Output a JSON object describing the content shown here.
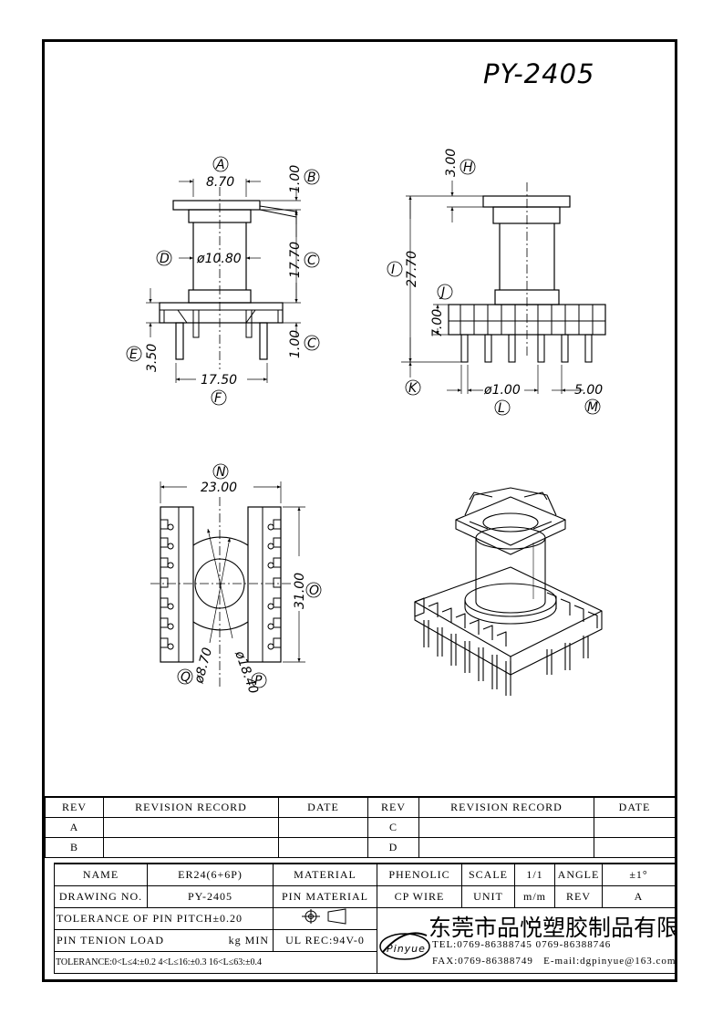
{
  "part_no": "PY-2405",
  "view1": {
    "A": {
      "letter": "A",
      "value": "8.70"
    },
    "B": {
      "letter": "B",
      "value": "1.00"
    },
    "C1": {
      "letter": "C",
      "value": "17.70"
    },
    "C2": {
      "letter": "C",
      "value": "1.00"
    },
    "D": {
      "letter": "D",
      "value": "ø10.80"
    },
    "E": {
      "letter": "E",
      "value": "3.50"
    },
    "F": {
      "letter": "F",
      "value": "17.50"
    }
  },
  "view2": {
    "H": {
      "letter": "H",
      "value": "3.00"
    },
    "I": {
      "letter": "I",
      "value": "27.70"
    },
    "J": {
      "letter": "J",
      "value": "7.00"
    },
    "K": {
      "letter": "K"
    },
    "L": {
      "letter": "L",
      "value": "ø1.00"
    },
    "M": {
      "letter": "M",
      "value": "5.00"
    }
  },
  "view3": {
    "N": {
      "letter": "N",
      "value": "23.00"
    },
    "O": {
      "letter": "O",
      "value": "31.00"
    },
    "P": {
      "letter": "P",
      "value": "ø18.40"
    },
    "Q": {
      "letter": "Q",
      "value": "ø8.70"
    }
  },
  "revision_table": {
    "headers": [
      "REV",
      "REVISION RECORD",
      "DATE",
      "REV",
      "REVISION RECORD",
      "DATE"
    ],
    "rows": [
      [
        "A",
        "",
        "",
        "C",
        "",
        ""
      ],
      [
        "B",
        "",
        "",
        "D",
        "",
        ""
      ]
    ]
  },
  "title_block": {
    "name_label": "NAME",
    "name_value": "ER24(6+6P)",
    "material_label": "MATERIAL",
    "material_value": "PHENOLIC",
    "scale_label": "SCALE",
    "scale_value": "1/1",
    "angle_label": "ANGLE",
    "angle_value": "±1°",
    "drawing_no_label": "DRAWING NO.",
    "drawing_no_value": "PY-2405",
    "pin_material_label": "PIN MATERIAL",
    "pin_material_value": "CP WIRE",
    "unit_label": "UNIT",
    "unit_value": "m/m",
    "rev_label": "REV",
    "rev_value": "A",
    "tolerance_pitch": "TOLERANCE OF PIN PITCH±0.20",
    "pin_tension_label": "PIN TENION LOAD",
    "pin_tension_unit": "kg MIN",
    "ul_rec": "UL REC:94V-0",
    "tolerance": "TOLERANCE:0<L≤4:±0.2  4<L≤16:±0.3  16<L≤63:±0.4"
  },
  "company": {
    "logo_text": "Pinyue",
    "name": "东莞市品悦塑胶制品有限公司",
    "tel": "TEL:0769-86388745    0769-86388746",
    "fax": "FAX:0769-86388749",
    "email": "E-mail:dgpinyue@163.com"
  }
}
